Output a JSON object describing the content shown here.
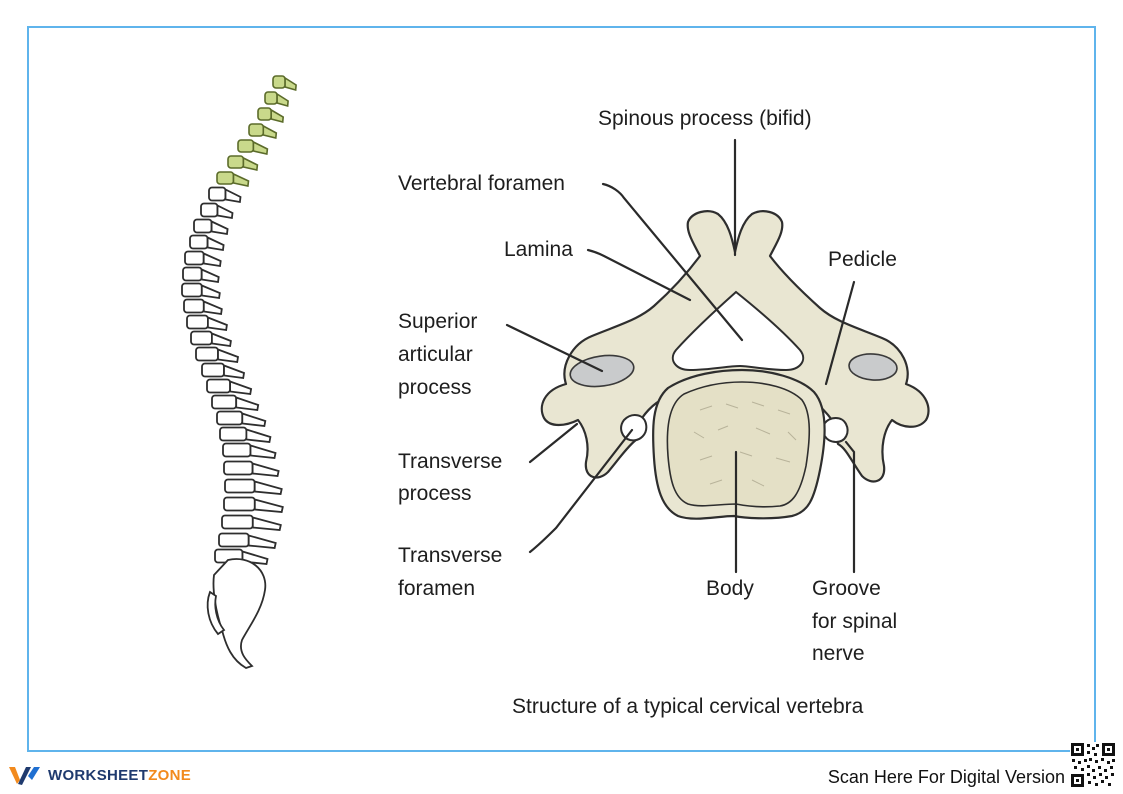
{
  "labels": {
    "spinous_process": "Spinous process (bifid)",
    "vertebral_foramen": "Vertebral foramen",
    "lamina": "Lamina",
    "pedicle": "Pedicle",
    "superior_articular_1": "Superior",
    "superior_articular_2": "articular",
    "superior_articular_3": "process",
    "transverse_process_1": "Transverse",
    "transverse_process_2": "process",
    "transverse_foramen_1": "Transverse",
    "transverse_foramen_2": "foramen",
    "body": "Body",
    "groove_1": "Groove",
    "groove_2": "for spinal",
    "groove_3": "nerve"
  },
  "caption": "Structure of a typical cervical vertebra",
  "footer": {
    "brand_part1": "WORKSHEET",
    "brand_part2": "ZONE",
    "scan_text": "Scan Here For Digital Version"
  },
  "icons": {
    "logo": "worksheetzone-logo-icon",
    "qr": "qr-code-icon"
  },
  "colors": {
    "frame_border": "#5fb4ec",
    "cervical_highlight": "#c9d98b",
    "bone": "#e9e6d2",
    "brand_navy": "#1f3a6e",
    "brand_orange": "#f28a1d"
  }
}
